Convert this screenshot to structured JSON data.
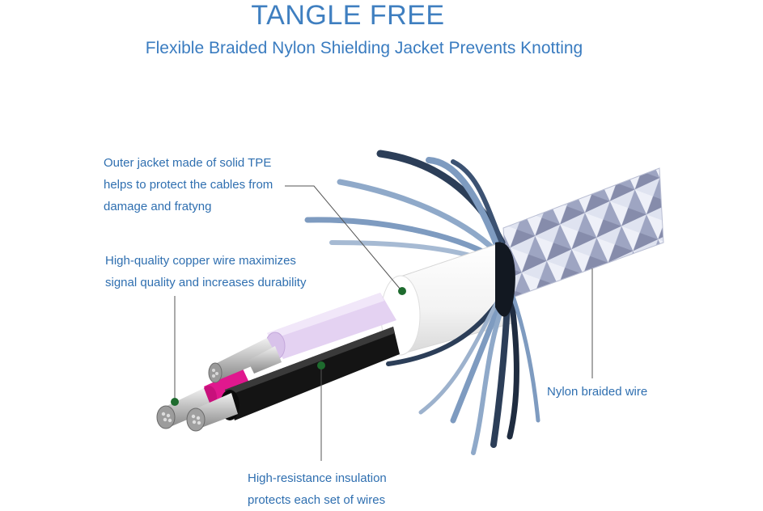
{
  "header": {
    "title": "TANGLE FREE",
    "subtitle": "Flexible Braided Nylon Shielding Jacket Prevents Knotting"
  },
  "callouts": {
    "outer_jacket": [
      "Outer jacket made of solid TPE",
      "helps to protect the cables from",
      "damage and fratyng"
    ],
    "copper_wire": [
      "High-quality copper wire maximizes",
      "signal quality and increases durability"
    ],
    "insulation": [
      "High-resistance insulation",
      "protects each set of wires"
    ],
    "nylon": [
      "Nylon braided wire"
    ]
  },
  "colors": {
    "text_blue": "#3f7fc0",
    "leader_line": "#555555",
    "marker_green": "#1e6b2e",
    "braid_light": "#d7dcec",
    "braid_dark": "#8a90ad",
    "strand_navy": "#2c3e58",
    "strand_light": "#7e9bc0",
    "jacket_white": "#f7f7f7",
    "sheath_black": "#141414",
    "sheath_pink": "#e0188e",
    "sheath_lilac": "#e4d2f2"
  }
}
